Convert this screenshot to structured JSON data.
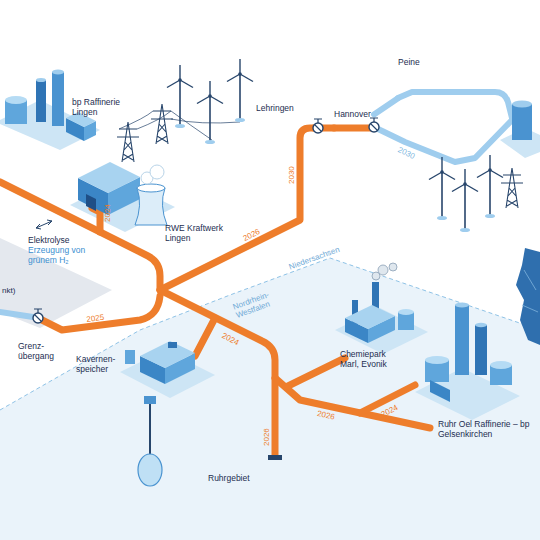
{
  "diagram": {
    "nodes": [
      {
        "text": [
          "bp Raffinerie Lingen"
        ]
      },
      {
        "text": [
          "RWE Kraftwerk Lingen"
        ]
      },
      {
        "text": [
          "Lehringen"
        ]
      },
      {
        "text": [
          "Hannover"
        ]
      },
      {
        "text": [
          "Peine"
        ]
      },
      {
        "text": [
          "Elektrolyse",
          "Erzeugung von grünem H₂"
        ]
      },
      {
        "text": [
          "Grenz- übergang"
        ]
      },
      {
        "text": [
          "Kavernen- speicher"
        ]
      },
      {
        "text": [
          "Chemiepark Marl, Evonik"
        ]
      },
      {
        "text": [
          "Ruhrgebiet"
        ]
      },
      {
        "text": [
          "Ruhr Oel Raffinerie – bp Gelsenkirchen"
        ]
      }
    ],
    "edges": [
      {
        "from": 2,
        "to": 3,
        "arrow": "none"
      },
      {
        "from": 3,
        "to": 4,
        "arrow": "none"
      }
    ],
    "labels": [
      "nkt)",
      "2024",
      "2026",
      "2030",
      "2030",
      "2025",
      "2024",
      "2026",
      "2024",
      "2026",
      "Niedersachsen",
      "Nordrhein- Westfalen"
    ]
  }
}
